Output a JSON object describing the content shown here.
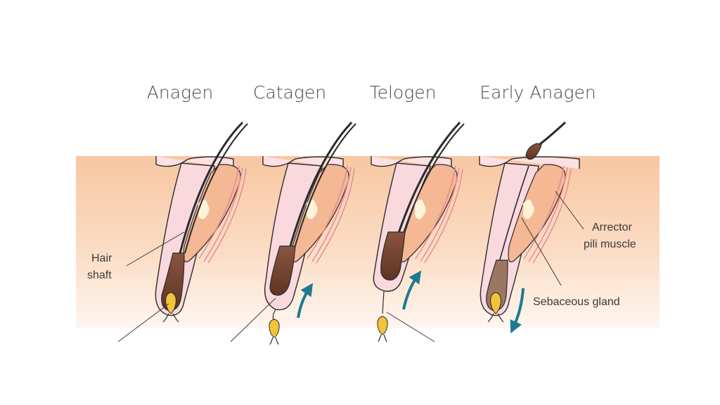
{
  "stages": [
    {
      "title": "Anagen",
      "arrow": "none"
    },
    {
      "title": "Catagen",
      "arrow": "up"
    },
    {
      "title": "Telogen",
      "arrow": "up"
    },
    {
      "title": "Early Anagen",
      "arrow": "down"
    }
  ],
  "labels": {
    "hair_shaft_line1": "Hair",
    "hair_shaft_line2": "shaft",
    "arrector_line1": "Arrector",
    "arrector_line2": "pili muscle",
    "sebaceous": "Sebaceous gland"
  },
  "colors": {
    "skin_top": "#f8c7a2",
    "skin_bottom": "#fff5ee",
    "sheath": "#f8d6dc",
    "muscle": "#e98e9c",
    "gland": "#f2b08a",
    "bulb": "#7a4a32",
    "hair": "#2a2a2a",
    "papilla": "#f3c33a",
    "arrow": "#1d7a8f"
  }
}
